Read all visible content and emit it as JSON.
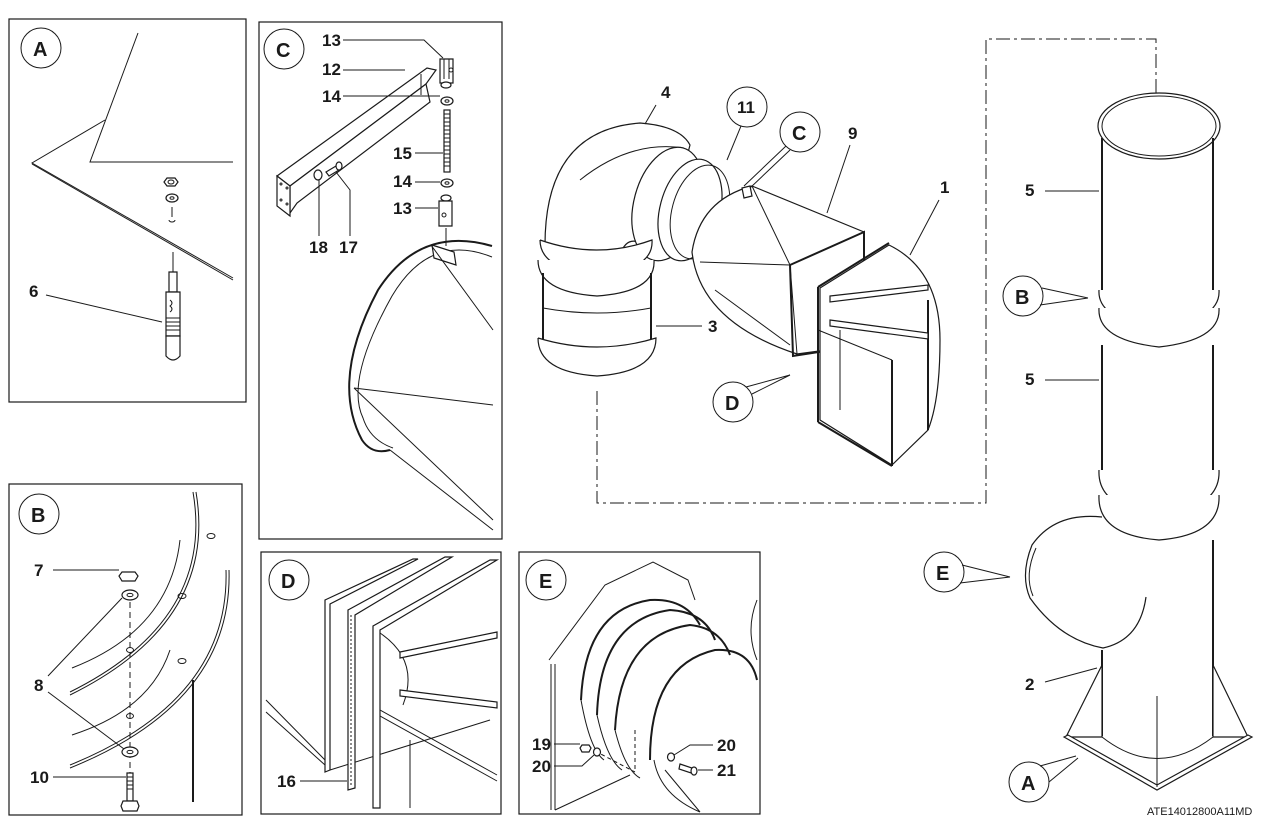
{
  "figure": {
    "drawing_code": "ATE14012800A11MD",
    "detail_panels": [
      {
        "id": "A",
        "label": "A",
        "callouts": [
          "6"
        ]
      },
      {
        "id": "B",
        "label": "B",
        "callouts": [
          "7",
          "8",
          "10"
        ]
      },
      {
        "id": "C",
        "label": "C",
        "callouts": [
          "13",
          "12",
          "14",
          "15",
          "14",
          "13",
          "18",
          "17"
        ]
      },
      {
        "id": "D",
        "label": "D",
        "callouts": [
          "16"
        ]
      },
      {
        "id": "E",
        "label": "E",
        "callouts": [
          "19",
          "20",
          "20",
          "21"
        ]
      }
    ],
    "main_assembly": {
      "part_callouts": [
        "4",
        "11",
        "9",
        "1",
        "3",
        "5",
        "5",
        "2"
      ],
      "detail_references": [
        "C",
        "D",
        "B",
        "E",
        "A"
      ]
    }
  },
  "labels": {
    "panelA": {
      "title": "A",
      "p6": "6"
    },
    "panelB": {
      "title": "B",
      "p7": "7",
      "p8": "8",
      "p10": "10"
    },
    "panelC": {
      "title": "C",
      "p13a": "13",
      "p12": "12",
      "p14a": "14",
      "p15": "15",
      "p14b": "14",
      "p13b": "13",
      "p18": "18",
      "p17": "17"
    },
    "panelD": {
      "title": "D",
      "p16": "16"
    },
    "panelE": {
      "title": "E",
      "p19": "19",
      "p20a": "20",
      "p20b": "20",
      "p21": "21"
    },
    "main": {
      "p4": "4",
      "p11": "11",
      "refC": "C",
      "p9": "9",
      "p1": "1",
      "p3": "3",
      "refD": "D",
      "p5a": "5",
      "refB": "B",
      "p5b": "5",
      "refE": "E",
      "p2": "2",
      "refA": "A"
    }
  }
}
